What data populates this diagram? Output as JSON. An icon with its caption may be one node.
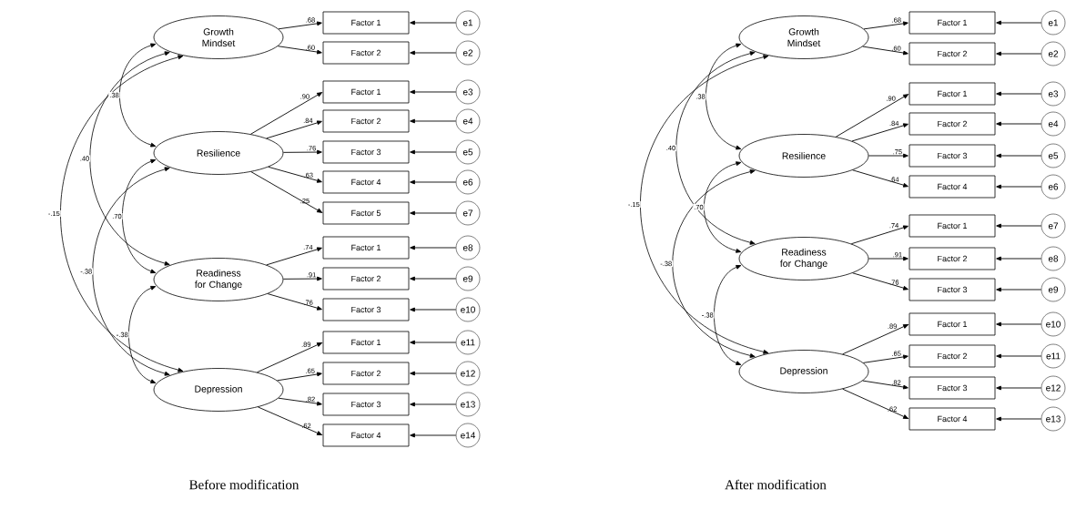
{
  "diagram": {
    "nodes": [
      {
        "text": [
          "Growth Mindset"
        ]
      },
      {
        "text": [
          "Resilience"
        ]
      },
      {
        "text": [
          "Readiness for Change"
        ]
      },
      {
        "text": [
          "Depression"
        ]
      },
      {
        "text": [
          "Factor 1"
        ]
      },
      {
        "text": [
          "Factor 2"
        ]
      },
      {
        "text": [
          "Factor 1"
        ]
      },
      {
        "text": [
          "Factor 2"
        ]
      },
      {
        "text": [
          "Factor 3"
        ]
      },
      {
        "text": [
          "Factor 4"
        ]
      },
      {
        "text": [
          "Factor 5"
        ]
      },
      {
        "text": [
          "Factor 1"
        ]
      },
      {
        "text": [
          "Factor 2"
        ]
      },
      {
        "text": [
          "Factor 3"
        ]
      },
      {
        "text": [
          "Factor 1"
        ]
      },
      {
        "text": [
          "Factor 2"
        ]
      },
      {
        "text": [
          "Factor 3"
        ]
      },
      {
        "text": [
          "Factor 4"
        ]
      },
      {
        "text": [
          "e1"
        ]
      },
      {
        "text": [
          "e2"
        ]
      },
      {
        "text": [
          "e3"
        ]
      },
      {
        "text": [
          "e4"
        ]
      },
      {
        "text": [
          "e5"
        ]
      },
      {
        "text": [
          "e6"
        ]
      },
      {
        "text": [
          "e7"
        ]
      },
      {
        "text": [
          "e8"
        ]
      },
      {
        "text": [
          "e9"
        ]
      },
      {
        "text": [
          "e10"
        ]
      },
      {
        "text": [
          "e11"
        ]
      },
      {
        "text": [
          "e12"
        ]
      },
      {
        "text": [
          "e13"
        ]
      },
      {
        "text": [
          "e14"
        ]
      },
      {
        "text": [
          "Growth Mindset"
        ]
      },
      {
        "text": [
          "Resilience"
        ]
      },
      {
        "text": [
          "Readiness for Change"
        ]
      },
      {
        "text": [
          "Depression"
        ]
      },
      {
        "text": [
          "Factor 1"
        ]
      },
      {
        "text": [
          "Factor 2"
        ]
      },
      {
        "text": [
          "Factor 1"
        ]
      },
      {
        "text": [
          "Factor 2"
        ]
      },
      {
        "text": [
          "Factor 3"
        ]
      },
      {
        "text": [
          "Factor 4"
        ]
      },
      {
        "text": [
          "Factor 1"
        ]
      },
      {
        "text": [
          "Factor 2"
        ]
      },
      {
        "text": [
          "Factor 3"
        ]
      },
      {
        "text": [
          "Factor 1"
        ]
      },
      {
        "text": [
          "Factor 2"
        ]
      },
      {
        "text": [
          "Factor 3"
        ]
      },
      {
        "text": [
          "Factor 4"
        ]
      },
      {
        "text": [
          "e1"
        ]
      },
      {
        "text": [
          "e2"
        ]
      },
      {
        "text": [
          "e3"
        ]
      },
      {
        "text": [
          "e4"
        ]
      },
      {
        "text": [
          "e5"
        ]
      },
      {
        "text": [
          "e6"
        ]
      },
      {
        "text": [
          "e7"
        ]
      },
      {
        "text": [
          "e8"
        ]
      },
      {
        "text": [
          "e9"
        ]
      },
      {
        "text": [
          "e10"
        ]
      },
      {
        "text": [
          "e11"
        ]
      },
      {
        "text": [
          "e12"
        ]
      },
      {
        "text": [
          "e13"
        ]
      }
    ],
    "edges": [
      {
        "from": 0,
        "to": 1,
        "arrow": "both",
        "label": ".38"
      },
      {
        "from": 0,
        "to": 2,
        "arrow": "both",
        "label": ".40"
      },
      {
        "from": 0,
        "to": 3,
        "arrow": "both",
        "label": "-.15"
      },
      {
        "from": 1,
        "to": 2,
        "arrow": "both",
        "label": ".70"
      },
      {
        "from": 1,
        "to": 3,
        "arrow": "both",
        "label": "-.38"
      },
      {
        "from": 2,
        "to": 3,
        "arrow": "both",
        "label": "-.38"
      },
      {
        "from": 0,
        "to": 4,
        "arrow": "to",
        "label": ".68"
      },
      {
        "from": 0,
        "to": 5,
        "arrow": "to",
        "label": ".60"
      },
      {
        "from": 1,
        "to": 6,
        "arrow": "to",
        "label": ".90"
      },
      {
        "from": 1,
        "to": 7,
        "arrow": "to",
        "label": ".84"
      },
      {
        "from": 1,
        "to": 8,
        "arrow": "to",
        "label": ".76"
      },
      {
        "from": 1,
        "to": 9,
        "arrow": "to",
        "label": ".63"
      },
      {
        "from": 1,
        "to": 10,
        "arrow": "to",
        "label": ".25"
      },
      {
        "from": 2,
        "to": 11,
        "arrow": "to",
        "label": ".74"
      },
      {
        "from": 2,
        "to": 12,
        "arrow": "to",
        "label": ".91"
      },
      {
        "from": 2,
        "to": 13,
        "arrow": "to",
        "label": ".76"
      },
      {
        "from": 3,
        "to": 14,
        "arrow": "to",
        "label": ".89"
      },
      {
        "from": 3,
        "to": 15,
        "arrow": "to",
        "label": ".65"
      },
      {
        "from": 3,
        "to": 16,
        "arrow": "to",
        "label": ".82"
      },
      {
        "from": 3,
        "to": 17,
        "arrow": "to",
        "label": ".62"
      },
      {
        "from": 18,
        "to": 4,
        "arrow": "to"
      },
      {
        "from": 19,
        "to": 5,
        "arrow": "to"
      },
      {
        "from": 20,
        "to": 6,
        "arrow": "to"
      },
      {
        "from": 21,
        "to": 7,
        "arrow": "to"
      },
      {
        "from": 22,
        "to": 8,
        "arrow": "to"
      },
      {
        "from": 23,
        "to": 9,
        "arrow": "to"
      },
      {
        "from": 24,
        "to": 10,
        "arrow": "to"
      },
      {
        "from": 25,
        "to": 11,
        "arrow": "to"
      },
      {
        "from": 26,
        "to": 12,
        "arrow": "to"
      },
      {
        "from": 27,
        "to": 13,
        "arrow": "to"
      },
      {
        "from": 28,
        "to": 14,
        "arrow": "to"
      },
      {
        "from": 29,
        "to": 15,
        "arrow": "to"
      },
      {
        "from": 30,
        "to": 16,
        "arrow": "to"
      },
      {
        "from": 31,
        "to": 17,
        "arrow": "to"
      },
      {
        "from": 32,
        "to": 33,
        "arrow": "both",
        "label": ".38"
      },
      {
        "from": 32,
        "to": 34,
        "arrow": "both",
        "label": ".40"
      },
      {
        "from": 32,
        "to": 35,
        "arrow": "both",
        "label": "-.15"
      },
      {
        "from": 33,
        "to": 34,
        "arrow": "both",
        "label": ".70"
      },
      {
        "from": 33,
        "to": 35,
        "arrow": "both",
        "label": "-.38"
      },
      {
        "from": 34,
        "to": 35,
        "arrow": "both",
        "label": "-.38"
      },
      {
        "from": 32,
        "to": 36,
        "arrow": "to",
        "label": ".68"
      },
      {
        "from": 32,
        "to": 37,
        "arrow": "to",
        "label": ".60"
      },
      {
        "from": 33,
        "to": 38,
        "arrow": "to",
        "label": ".90"
      },
      {
        "from": 33,
        "to": 39,
        "arrow": "to",
        "label": ".84"
      },
      {
        "from": 33,
        "to": 40,
        "arrow": "to",
        "label": ".75"
      },
      {
        "from": 33,
        "to": 41,
        "arrow": "to",
        "label": ".64"
      },
      {
        "from": 34,
        "to": 42,
        "arrow": "to",
        "label": ".74"
      },
      {
        "from": 34,
        "to": 43,
        "arrow": "to",
        "label": ".91"
      },
      {
        "from": 34,
        "to": 44,
        "arrow": "to",
        "label": ".76"
      },
      {
        "from": 35,
        "to": 45,
        "arrow": "to",
        "label": ".89"
      },
      {
        "from": 35,
        "to": 46,
        "arrow": "to",
        "label": ".65"
      },
      {
        "from": 35,
        "to": 47,
        "arrow": "to",
        "label": ".82"
      },
      {
        "from": 35,
        "to": 48,
        "arrow": "to",
        "label": ".62"
      },
      {
        "from": 49,
        "to": 36,
        "arrow": "to"
      },
      {
        "from": 50,
        "to": 37,
        "arrow": "to"
      },
      {
        "from": 51,
        "to": 38,
        "arrow": "to"
      },
      {
        "from": 52,
        "to": 39,
        "arrow": "to"
      },
      {
        "from": 53,
        "to": 40,
        "arrow": "to"
      },
      {
        "from": 54,
        "to": 41,
        "arrow": "to"
      },
      {
        "from": 55,
        "to": 42,
        "arrow": "to"
      },
      {
        "from": 56,
        "to": 43,
        "arrow": "to"
      },
      {
        "from": 57,
        "to": 44,
        "arrow": "to"
      },
      {
        "from": 58,
        "to": 45,
        "arrow": "to"
      },
      {
        "from": 59,
        "to": 46,
        "arrow": "to"
      },
      {
        "from": 60,
        "to": 47,
        "arrow": "to"
      },
      {
        "from": 61,
        "to": 48,
        "arrow": "to"
      }
    ],
    "labels": [
      "Before modification",
      "After modification"
    ]
  }
}
